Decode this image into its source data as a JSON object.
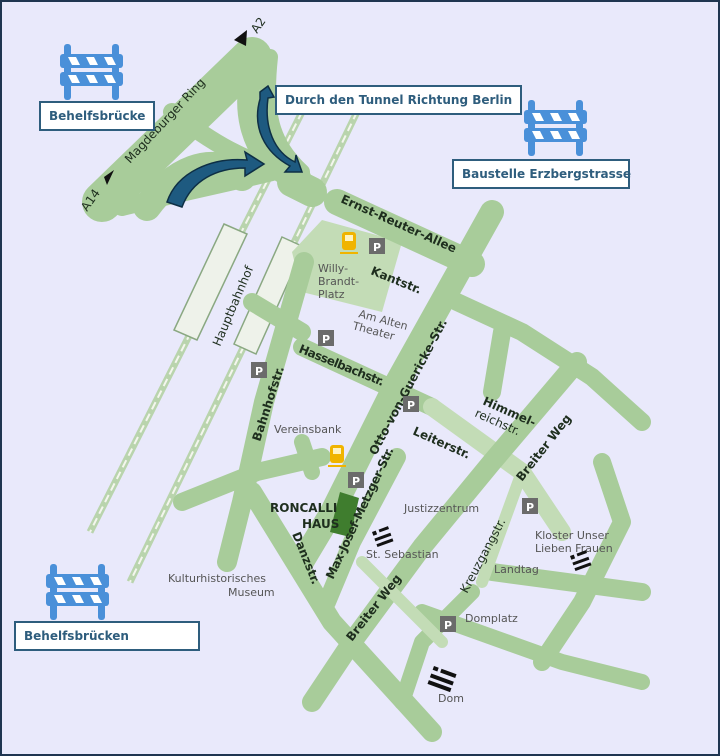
{
  "colors": {
    "background": "#e9e9fb",
    "road": "#a8cc9a",
    "callout_border": "#2e5d7d",
    "barrier": "#4a90d9",
    "arrow": "#1e5a80",
    "roncalli": "#3f7d2e",
    "tram": "#f0b400"
  },
  "callouts": {
    "behelfsbruecke": "Behelfsbrücke",
    "tunnel": "Durch den Tunnel Richtung Berlin",
    "baustelle": "Baustelle Erzbergstrasse",
    "behelfsbruecken": "Behelfsbrücken"
  },
  "roads": {
    "magdeburger_ring": "Magdeburger Ring",
    "a2": "A2",
    "a14": "A14",
    "ernst_reuter": "Ernst-Reuter-Allee",
    "hauptbahnhof": "Hauptbahnhof",
    "kantstr": "Kantstr.",
    "otto": "Otto-von-Guericke-Str.",
    "hasselbach": "Hasselbachstr.",
    "bahnhofstr": "Bahnhofstr.",
    "leiterstr": "Leiterstr.",
    "himmel1": "Himmel-",
    "himmel2": "reichstr.",
    "breiter_weg": "Breiter Weg",
    "max_josef": "Max-Josef-Metzger-Str.",
    "danzstr": "Danzstr.",
    "kreuzgang": "Kreuzgangstr."
  },
  "places": {
    "willy1": "Willy-",
    "willy2": "Brandt-",
    "willy3": "Platz",
    "am_alten1": "Am Alten",
    "am_alten2": "Theater",
    "vereinsbank": "Vereinsbank",
    "roncalli1": "RONCALLI",
    "roncalli2": "HAUS",
    "justiz": "Justizzentrum",
    "sebastian": "St. Sebastian",
    "kloster1": "Kloster Unser",
    "kloster2": "Lieben Frauen",
    "landtag": "Landtag",
    "kultur1": "Kulturhistorisches",
    "kultur2": "Museum",
    "domplatz": "Domplatz",
    "dom": "Dom"
  },
  "parking_label": "P"
}
